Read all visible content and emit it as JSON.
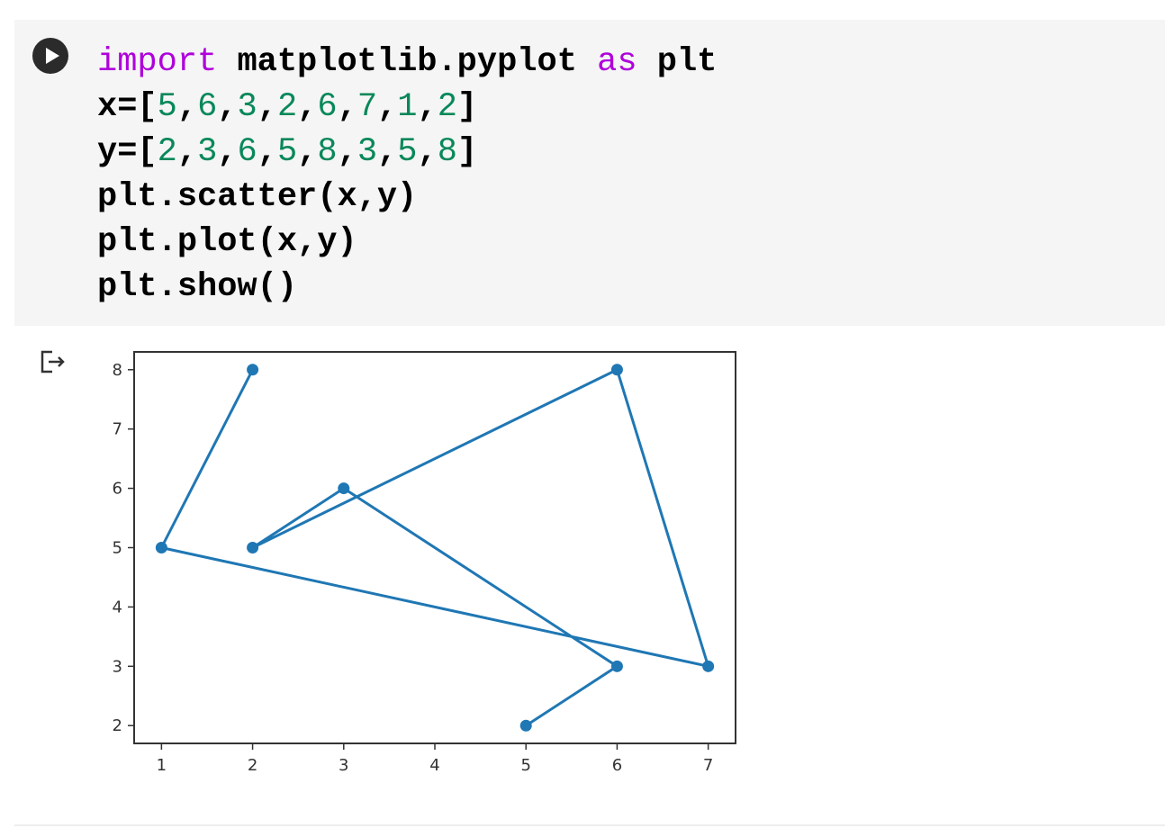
{
  "code_lines": [
    [
      {
        "t": "import",
        "c": "kw"
      },
      {
        "t": " matplotlib.pyplot ",
        "c": ""
      },
      {
        "t": "as",
        "c": "kw"
      },
      {
        "t": " plt",
        "c": ""
      }
    ],
    [
      {
        "t": "x=[",
        "c": ""
      },
      {
        "t": "5",
        "c": "num"
      },
      {
        "t": ",",
        "c": ""
      },
      {
        "t": "6",
        "c": "num"
      },
      {
        "t": ",",
        "c": ""
      },
      {
        "t": "3",
        "c": "num"
      },
      {
        "t": ",",
        "c": ""
      },
      {
        "t": "2",
        "c": "num"
      },
      {
        "t": ",",
        "c": ""
      },
      {
        "t": "6",
        "c": "num"
      },
      {
        "t": ",",
        "c": ""
      },
      {
        "t": "7",
        "c": "num"
      },
      {
        "t": ",",
        "c": ""
      },
      {
        "t": "1",
        "c": "num"
      },
      {
        "t": ",",
        "c": ""
      },
      {
        "t": "2",
        "c": "num"
      },
      {
        "t": "]",
        "c": ""
      }
    ],
    [
      {
        "t": "y=[",
        "c": ""
      },
      {
        "t": "2",
        "c": "num"
      },
      {
        "t": ",",
        "c": ""
      },
      {
        "t": "3",
        "c": "num"
      },
      {
        "t": ",",
        "c": ""
      },
      {
        "t": "6",
        "c": "num"
      },
      {
        "t": ",",
        "c": ""
      },
      {
        "t": "5",
        "c": "num"
      },
      {
        "t": ",",
        "c": ""
      },
      {
        "t": "8",
        "c": "num"
      },
      {
        "t": ",",
        "c": ""
      },
      {
        "t": "3",
        "c": "num"
      },
      {
        "t": ",",
        "c": ""
      },
      {
        "t": "5",
        "c": "num"
      },
      {
        "t": ",",
        "c": ""
      },
      {
        "t": "8",
        "c": "num"
      },
      {
        "t": "]",
        "c": ""
      }
    ],
    [
      {
        "t": "plt.scatter(x,y)",
        "c": ""
      }
    ],
    [
      {
        "t": "plt.plot(x,y)",
        "c": ""
      }
    ],
    [
      {
        "t": "plt.show()",
        "c": ""
      }
    ]
  ],
  "icons": {
    "run": "play-circle-icon",
    "output": "output-redirect-icon"
  },
  "colors": {
    "series": "#1f77b4",
    "keyword": "#af00db",
    "number": "#09885a",
    "cell_background": "#f5f5f5"
  },
  "chart_data": {
    "type": "scatter",
    "x": [
      5,
      6,
      3,
      2,
      6,
      7,
      1,
      2
    ],
    "y": [
      2,
      3,
      6,
      5,
      8,
      3,
      5,
      8
    ],
    "connected": true,
    "x_ticks": [
      "1",
      "2",
      "3",
      "4",
      "5",
      "6",
      "7"
    ],
    "y_ticks": [
      "2",
      "3",
      "4",
      "5",
      "6",
      "7",
      "8"
    ],
    "xlim": [
      0.7,
      7.3
    ],
    "ylim": [
      1.7,
      8.3
    ],
    "grid": false,
    "title": "",
    "xlabel": "",
    "ylabel": ""
  }
}
